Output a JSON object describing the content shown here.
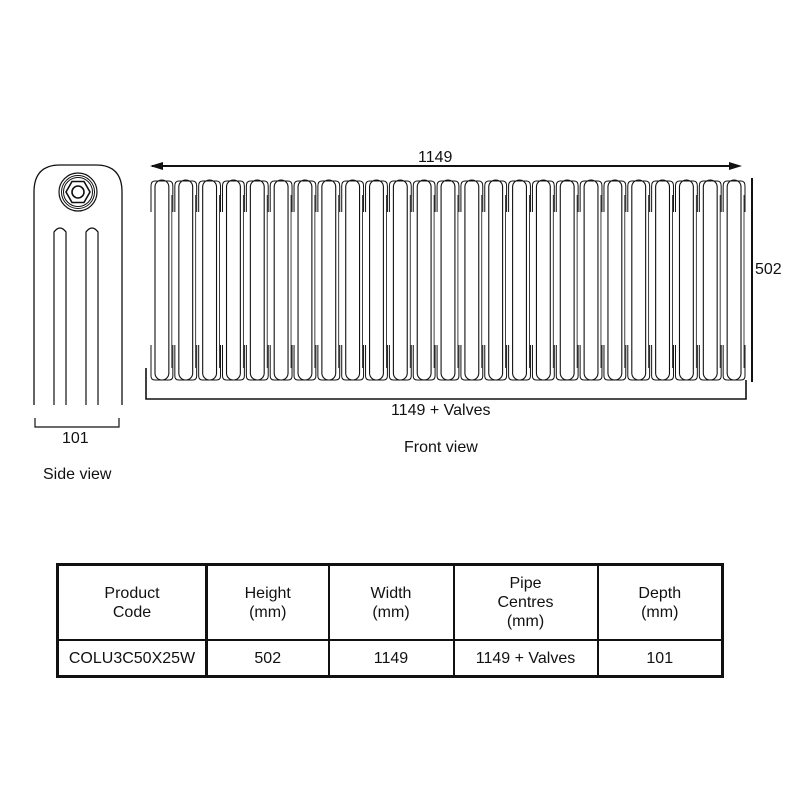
{
  "side_view": {
    "caption": "Side view",
    "depth_dimension": "101"
  },
  "front_view": {
    "caption": "Front view",
    "width_dimension": "1149",
    "height_dimension": "502",
    "pipe_centres_dimension": "1149 + Valves",
    "column_count": 25
  },
  "spec_table": {
    "headers": {
      "product_code": [
        "Product",
        "Code"
      ],
      "height": [
        "Height",
        "(mm)"
      ],
      "width": [
        "Width",
        "(mm)"
      ],
      "pipe_centres": [
        "Pipe",
        "Centres",
        "(mm)"
      ],
      "depth": [
        "Depth",
        "(mm)"
      ]
    },
    "rows": [
      {
        "product_code": "COLU3C50X25W",
        "height": "502",
        "width": "1149",
        "pipe_centres": "1149 + Valves",
        "depth": "101"
      }
    ]
  },
  "colors": {
    "line": "#111111",
    "background": "#ffffff"
  }
}
